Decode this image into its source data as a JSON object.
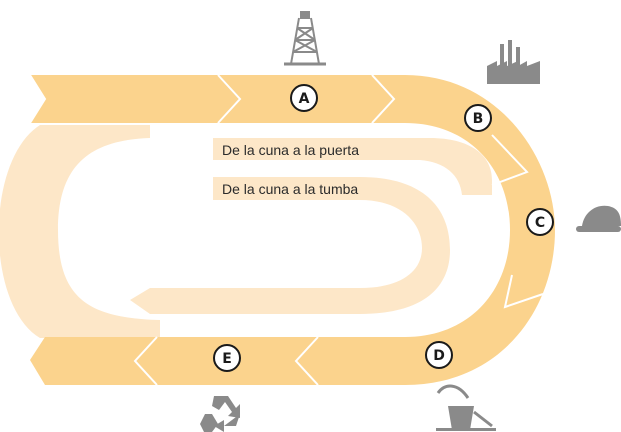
{
  "colors": {
    "main_band": "#fbd38d",
    "pale_band": "#fde7c8",
    "arrow_fill": "#fbd38d",
    "icon_gray": "#8a8a8a",
    "divider": "#ffffff",
    "letter_ring": "#1a1a1a"
  },
  "stages": [
    {
      "letter": "A",
      "icon": "oil-derrick-icon"
    },
    {
      "letter": "B",
      "icon": "factory-icon"
    },
    {
      "letter": "C",
      "icon": "hard-hat-icon"
    },
    {
      "letter": "D",
      "icon": "watering-can-icon"
    },
    {
      "letter": "E",
      "icon": "recycle-icon"
    }
  ],
  "captions": {
    "cradle_to_gate": "De la cuna a la puerta",
    "cradle_to_grave": "De la cuna a la tumba"
  }
}
